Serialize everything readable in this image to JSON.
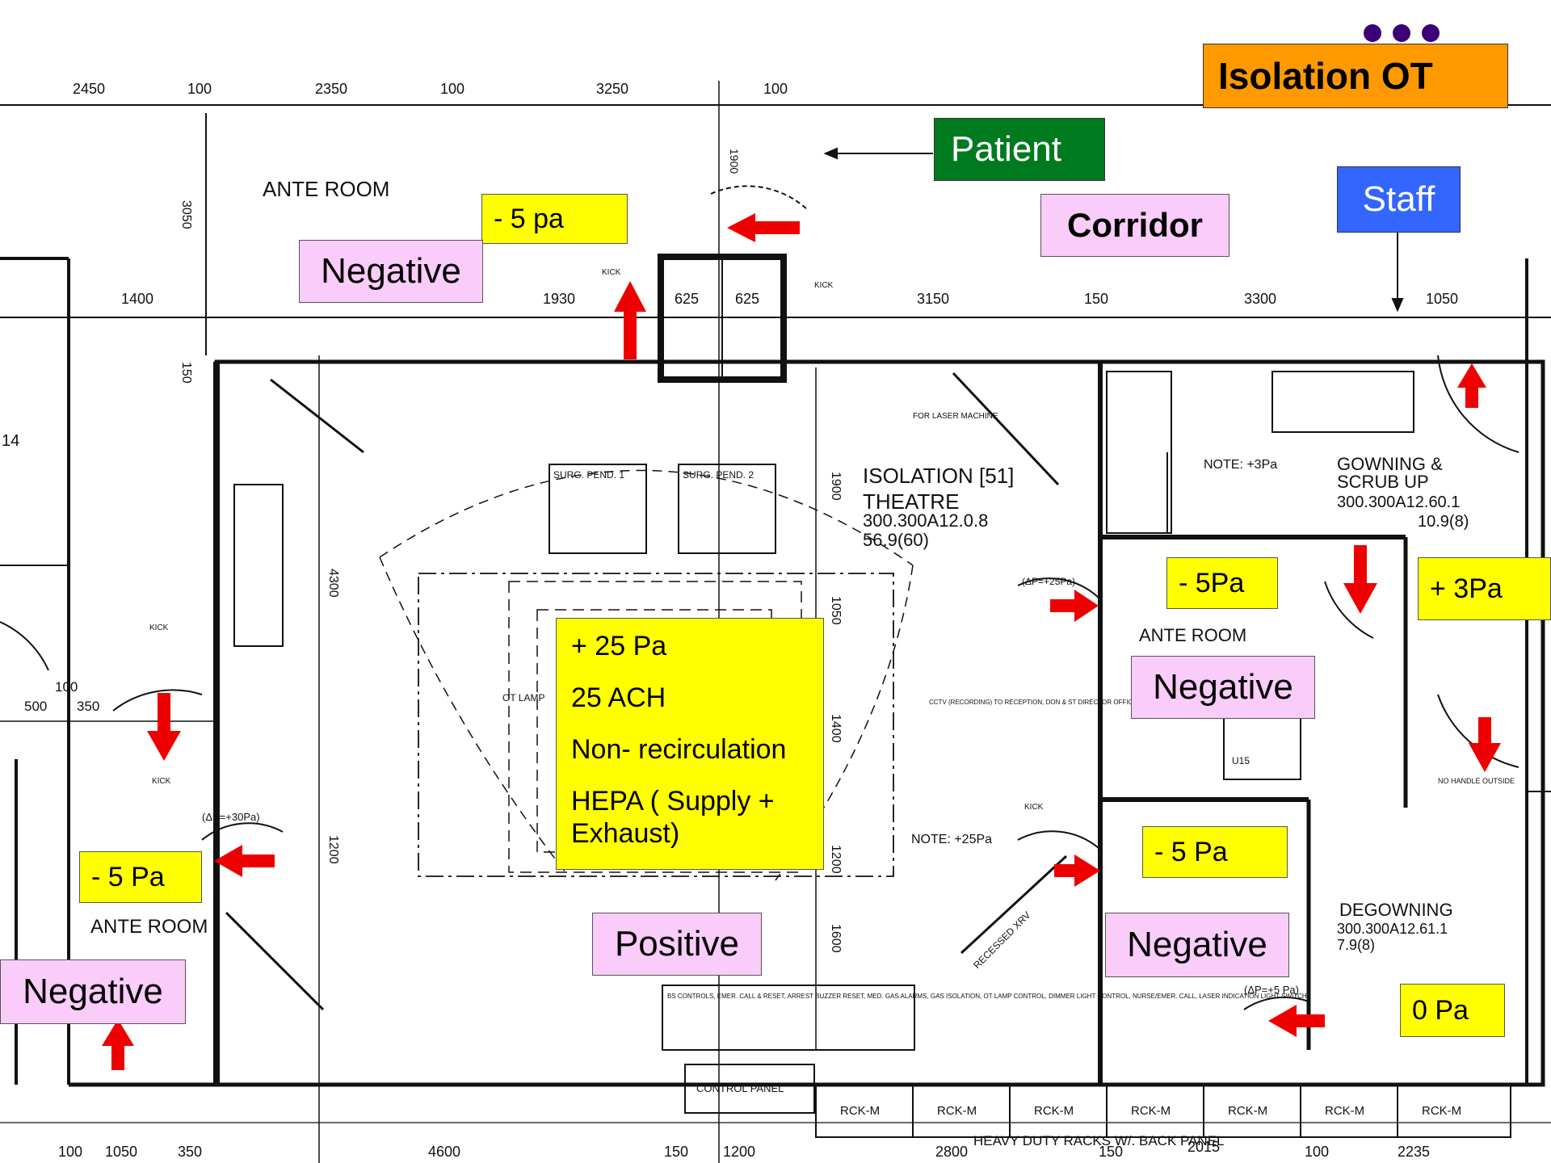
{
  "header": {
    "title": "Isolation OT",
    "accent_color": "#ff9900",
    "dots_color": "#3b0078"
  },
  "callouts": {
    "patient": "Patient",
    "staff": "Staff",
    "corridor": "Corridor"
  },
  "pressure": {
    "ante_top": "- 5 pa",
    "ante_top_zone": "Negative",
    "theatre_box": [
      "+ 25 Pa",
      "25 ACH",
      "Non- recirculation",
      "HEPA ( Supply + Exhaust)"
    ],
    "theatre_zone": "Positive",
    "ante_right": "- 5Pa",
    "ante_right_zone": "Negative",
    "gown": "+ 3Pa",
    "degown_ante": "- 5 Pa",
    "degown_ante_zone": "Negative",
    "degown": "0 Pa",
    "ante_left": "- 5 Pa",
    "ante_left_zone": "Negative"
  },
  "plan_text": {
    "dims_top": [
      "2450",
      "100",
      "2350",
      "100",
      "3250",
      "100"
    ],
    "dims_mid": [
      "1400",
      "1930",
      "625",
      "625",
      "3150",
      "150",
      "3300",
      "1050"
    ],
    "dims_bottom": [
      "100",
      "1050",
      "350",
      "4600",
      "150",
      "1200",
      "2800",
      "150",
      "2015",
      "100",
      "2235"
    ],
    "ante_room": "ANTE ROOM",
    "isolation_theatre": "ISOLATION [51]",
    "theatre": "THEATRE",
    "theatre_code": "300.300A12.0.8",
    "theatre_area": "56.9(60)",
    "gowning": "GOWNING &",
    "scrub_up": "SCRUB UP",
    "gowning_code": "300.300A12.60.1",
    "gowning_area": "10.9(8)",
    "degowning": "DEGOWNING",
    "degowning_code": "300.300A12.61.1",
    "degowning_area": "7.9(8)",
    "note_25": "NOTE: +25Pa",
    "note_3": "NOTE: +3Pa",
    "control_panel": "CONTROL PANEL",
    "racks": "HEAVY DUTY RACKS W/. BACK PANEL",
    "rck": "RCK-M",
    "surg1": "SURG. PEND. 1",
    "surg2": "SURG. PEND. 2",
    "ot_lamp": "OT LAMP",
    "recessed": "RECESSED XRV",
    "cctv": "CCTV (RECORDING) TO RECEPTION, DON & ST DIRECTOR OFFICE",
    "bs_controls": "BS CONTROLS, EMER. CALL & RESET, ARREST BUZZER RESET, MED. GAS ALARMS, GAS ISOLATION, OT LAMP CONTROL, DIMMER LIGHT CONTROL, NURSE/EMER. CALL, LASER INDICATION LIGHT SWITCH",
    "no_handle": "NO HANDLE OUTSIDE",
    "for_laser": "FOR LASER MACHINE",
    "dim_1900": "1900",
    "dim_1050": "1050",
    "dim_1400": "1400",
    "dim_1200": "1200",
    "dim_1600": "1600",
    "dim_4300": "4300",
    "dim_3050": "3050",
    "dim_150": "150",
    "dim_500": "500",
    "dim_350": "350",
    "dim_100": "100",
    "kick": "KICK",
    "room_num_14": "14",
    "u15": "U15",
    "dp_25": "(ΔP=+25Pa)",
    "dp_5": "(ΔP=+5 Pa)",
    "dp_30": "(ΔP=+30Pa)"
  }
}
